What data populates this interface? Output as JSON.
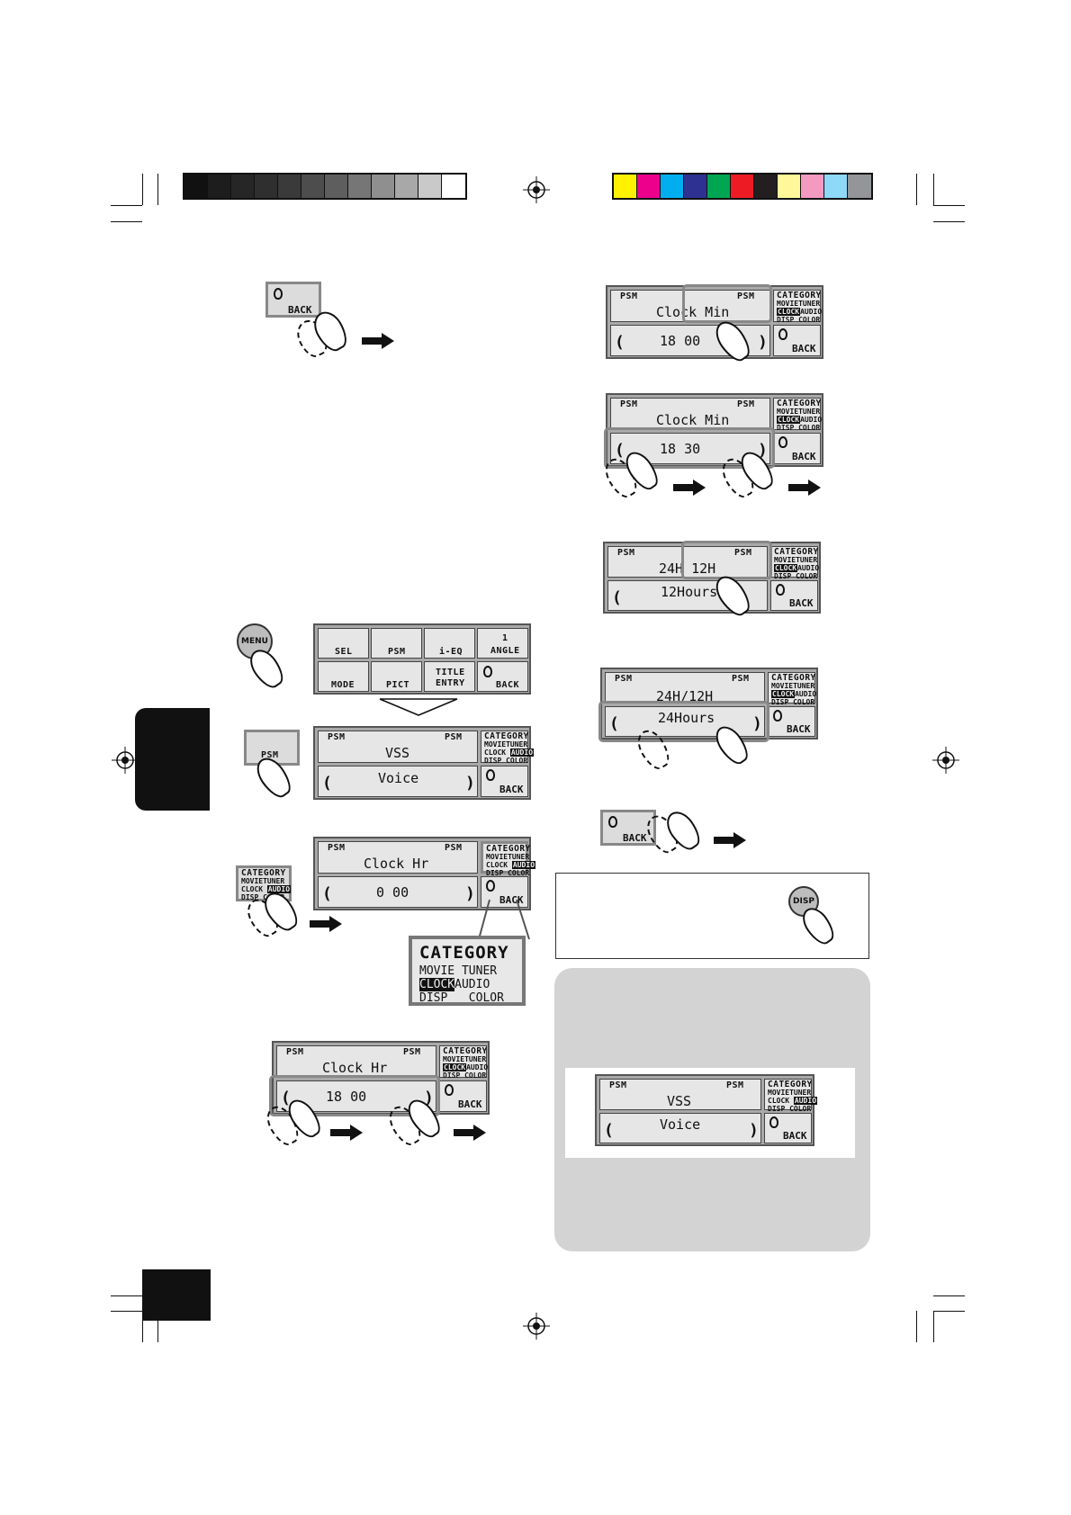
{
  "labels": {
    "back": "BACK",
    "psm": "PSM",
    "category": "CATEGORY",
    "movie": "MOVIE",
    "tuner": "TUNER",
    "clock": "CLOCK",
    "audio": "AUDIO",
    "disp": "DISP",
    "color": "COLOR",
    "menu": "MENU",
    "disp_button": "DISP"
  },
  "menu_screen": {
    "row1": [
      "SEL",
      "PSM",
      "i-EQ",
      "1\nANGLE"
    ],
    "row2": [
      "MODE",
      "PICT",
      "TITLE\nENTRY",
      "BACK"
    ]
  },
  "panels": {
    "vss_voice": {
      "top": "VSS",
      "bottom": "Voice"
    },
    "clock_hr_0": {
      "top": "Clock Hr",
      "bottom": "0 00"
    },
    "clock_hr_18": {
      "top": "Clock Hr",
      "bottom": "18 00"
    },
    "clock_min_00": {
      "top": "Clock Min",
      "bottom": "18 00"
    },
    "clock_min_30": {
      "top": "Clock Min",
      "bottom": "18 30"
    },
    "hours_12": {
      "top": "24H 12H",
      "bottom": "12Hours"
    },
    "hours_24": {
      "top": "24H/12H",
      "bottom": "24Hours"
    },
    "tip_vss_voice": {
      "top": "VSS",
      "bottom": "Voice"
    }
  },
  "colors": {
    "grayscale": [
      "#111111",
      "#1d1d1d",
      "#262626",
      "#2f2f2f",
      "#3a3a3a",
      "#4d4d4d",
      "#5e5e5e",
      "#767676",
      "#8f8f8f",
      "#a8a8a8",
      "#c9c9c9",
      "#ffffff"
    ],
    "process": [
      "#fff200",
      "#ec008c",
      "#00aeef",
      "#2e3192",
      "#00a651",
      "#ed1c24",
      "#231f20",
      "#fff799",
      "#f49ac1",
      "#8ed8f8",
      "#939598"
    ]
  }
}
